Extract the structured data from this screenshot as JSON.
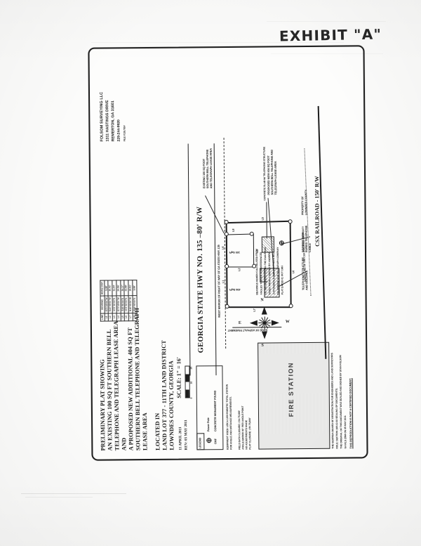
{
  "document": {
    "type": "scanned-survey-plat",
    "exhibit_stamp": "EXHIBIT \"A\""
  },
  "title_block": {
    "line1": "PRELIMINARY PLAT SHOWING",
    "line2": "AN EXISTING 100 SQ FT SOUTHERN BELL",
    "line3": "TELEPHONE AND TELEGRAPH LEASE AREA",
    "line4": "AND",
    "line5": "A PROPOSED NEW ADDITIONAL 404 SQ FT",
    "line6": "SOUTHERN BELL TELEPHONE AND TELEGRAPH",
    "line7": "LEASE AREA",
    "located_in": "LOCATED IN",
    "land_lot": "LAND LOT 377 - 11TH LAND DISTRICT",
    "county": "LOWNDES COUNTY, GEORGIA",
    "date": "11 APRIL 2011",
    "revision": "REV: 05 MAY 2011",
    "scale": "SCALE: 1\" = 16'"
  },
  "scale_bar": {
    "ticks": [
      "0",
      "10",
      "20"
    ]
  },
  "legend": {
    "heading": "LEGEND",
    "entries": [
      {
        "symbol": "power-pole-symbol",
        "code": "",
        "label": "Power Pole"
      },
      {
        "symbol": "cmf-symbol",
        "code": "CMF",
        "label": "CONCRETE MONUMENT FOUND"
      }
    ]
  },
  "equipment_note": {
    "line1": "EQUIPMENT USED: LEICA 1203 ROBOTIC TOTAL STATION",
    "line2": "FOR ANGLE AND DISTANCE MEASUREMENTS."
  },
  "field_data_note": {
    "line1": "FIELD DATA CLOSURE: 1'IN 75,600'",
    "line2": "ANGLE ERROR 03\" PER ANGLE POINT",
    "line3": "NO ADJUSTMENTS MADE",
    "line4": "PLAT CLOSURE: 1'IN 75,600'"
  },
  "bearing_note": {
    "line1": "BEARINGS HEREIN CALCULATED FROM",
    "line2": "ANGLES TURNED AND REFERENCED",
    "line3": "TO THE BEARING ALONG THE RAILROAD",
    "line4": "TAKEN FROM A SURVEY BY ANDREW",
    "line5": "J. FITZGERALD FOR SOUTHERN BELL",
    "line6": "TELEPHONE AND TELEGRAPH COMPANY",
    "line7": "PLAT DATED 01 OCT 1981"
  },
  "certification_note": {
    "line1": "THE GEORGIA BOARD OF REGISTRATION FOR ENGINEERS AND LAND SURVEYORS",
    "line2": "RULE: SECTION 180-12-02 SEALING OF DOCUMENTS.",
    "line3": "THE ORIGINAL OF THIS DOCUMENT WAS SEALED AND SIGNED BY STAN FOLSOM",
    "line4": "GA RLS 2384 ON 05 MAY 2011",
    "line5": "THIS REPRODUCTION IS NOT A CERTIFIED DOCUMENT."
  },
  "surveyor_block": {
    "name": "FOLSOM SURVEYING LLC",
    "address1": "1311 HASTINGS DRIVE",
    "address2": "REMERTON, GA 31601",
    "phone": "229-244-9920",
    "file": "FILE #135.TBV"
  },
  "line_table": {
    "headers": [
      "LINE",
      "BEARING",
      "HORIZ DIST"
    ],
    "rows": [
      {
        "line": "L1",
        "bearing": "S73°15'00\"W",
        "dist": "9.98'"
      },
      {
        "line": "L2",
        "bearing": "N16°45'00\"W",
        "dist": "10.02'"
      },
      {
        "line": "L3",
        "bearing": "N73°15'00\"E",
        "dist": "11.04'"
      },
      {
        "line": "L4",
        "bearing": "S73°15'00\"W",
        "dist": "24.96'"
      },
      {
        "line": "L5",
        "bearing": "S16°45'00\"E",
        "dist": "16.17'"
      },
      {
        "line": "L6",
        "bearing": "N73°15'00\"E",
        "dist": "23.99'"
      },
      {
        "line": "L7",
        "bearing": "N16°45'00\"W",
        "dist": "24.91'"
      },
      {
        "line": "L8",
        "bearing": "S16°45'00\"E",
        "dist": "9.99'"
      }
    ]
  },
  "drawing": {
    "highway_label": "GEORGIA STATE HWY NO. 135 –80' R/W",
    "highway_margin_note": "WEST MARGIN OF RIGHT OF WAY OF GA STATE HWY. 135",
    "railroad_label": "CSX RAILROAD - 150' R/W",
    "railroad_note": "NORTH LINE OF THE CSX RAILROAD PROPERTY",
    "pavement_note": "EDGE OF ASPHALT PAVEMENT",
    "fire_station": "FIRE STATION",
    "telephone_structure": "TELEPHONE STRUCTURE\nAND BUILDING",
    "warning_sign": "WARNING SIGN\nBURIED TELEPHONE\nCABLE",
    "property_owner": "PROPERTY OF\nLOWNDES COUNTY",
    "concrete_slab": "CONCRETE SLAB W/ TELEPHONE STRUCTURE",
    "existing_lease_callout": "EXISTING 100 SQ FOOT\nSOUTHERN BELL TELEPHONE\nAND TELEGRAPH LEASE AREA",
    "proposed_lease_callout": "PROPOSED NEW 404 SQ FOOT\nSOUTHERN BELL TELEPHONE AND\nTELEGRAPH LEASE AREA",
    "area_404": "404 SqFt",
    "area_100": "100 SqFt",
    "line_ids": [
      "L1",
      "L2",
      "L3",
      "L4",
      "L5",
      "L6",
      "L7",
      "L8"
    ],
    "compass": {
      "n": "N",
      "e": "E",
      "s": "S",
      "w": "W"
    }
  }
}
